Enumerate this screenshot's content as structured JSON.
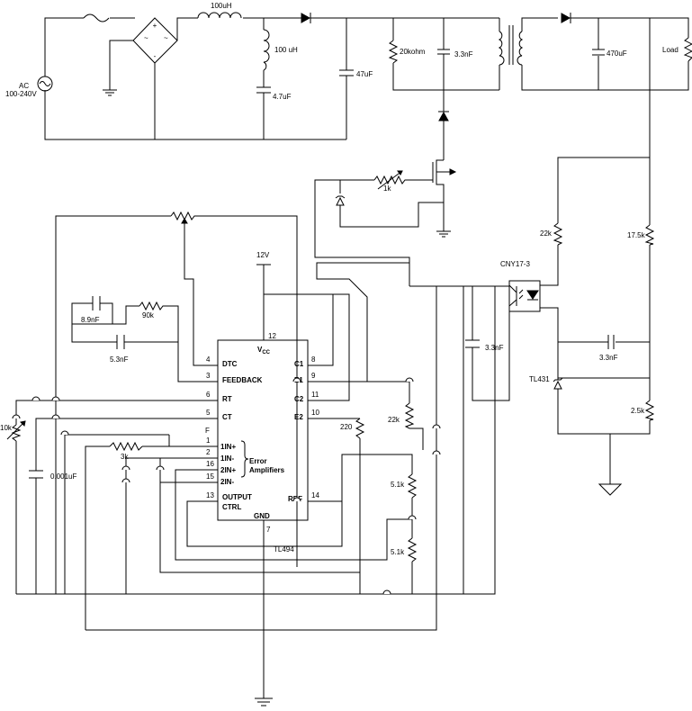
{
  "labels": {
    "ac": "AC",
    "ac_range": "100-240V",
    "l1": "100uH",
    "l2": "100 uH",
    "c_in": "4.7uF",
    "c_bulk": "47uF",
    "r_snub": "20kohm",
    "c_snub": "3.3nF",
    "c_out": "470uF",
    "load": "Load",
    "r_gate": "1k",
    "supply": "12V",
    "c_fb": "8.9nF",
    "r_fb": "90k",
    "c_fb2": "5.3nF",
    "r_osc": "10k",
    "c_osc": "0.001uF",
    "r_in": "3k",
    "r_22k_left": "22k",
    "r_220": "220",
    "r_51k_a": "5.1k",
    "r_51k_b": "5.1k",
    "r_22k_right": "22k",
    "r_175k": "17.5k",
    "opto": "CNY17-3",
    "c_opto": "3.3nF",
    "c_comp": "3.3nF",
    "ref_ic": "TL431",
    "r_25k": "2.5k",
    "chip_name": "TL494",
    "f_mark": "F"
  },
  "chip": {
    "vcc": "V",
    "vcc_sub": "CC",
    "gnd": "GND",
    "dtc": "DTC",
    "feedback": "FEEDBACK",
    "rt": "RT",
    "ct": "CT",
    "in1p": "1IN+",
    "in1n": "1IN-",
    "in2p": "2IN+",
    "in2n": "2IN-",
    "out_ctrl_1": "OUTPUT",
    "out_ctrl_2": "CTRL",
    "c1": "C1",
    "e1": "E1",
    "c2": "C2",
    "e2": "E2",
    "ref": "REF",
    "err_1": "Error",
    "err_2": "Amplifiers"
  },
  "pins": {
    "p12": "12",
    "p4": "4",
    "p3": "3",
    "p6": "6",
    "p5": "5",
    "p1": "1",
    "p2": "2",
    "p16": "16",
    "p15": "15",
    "p13": "13",
    "p8": "8",
    "p9": "9",
    "p11": "11",
    "p10": "10",
    "p14": "14",
    "p7": "7"
  }
}
